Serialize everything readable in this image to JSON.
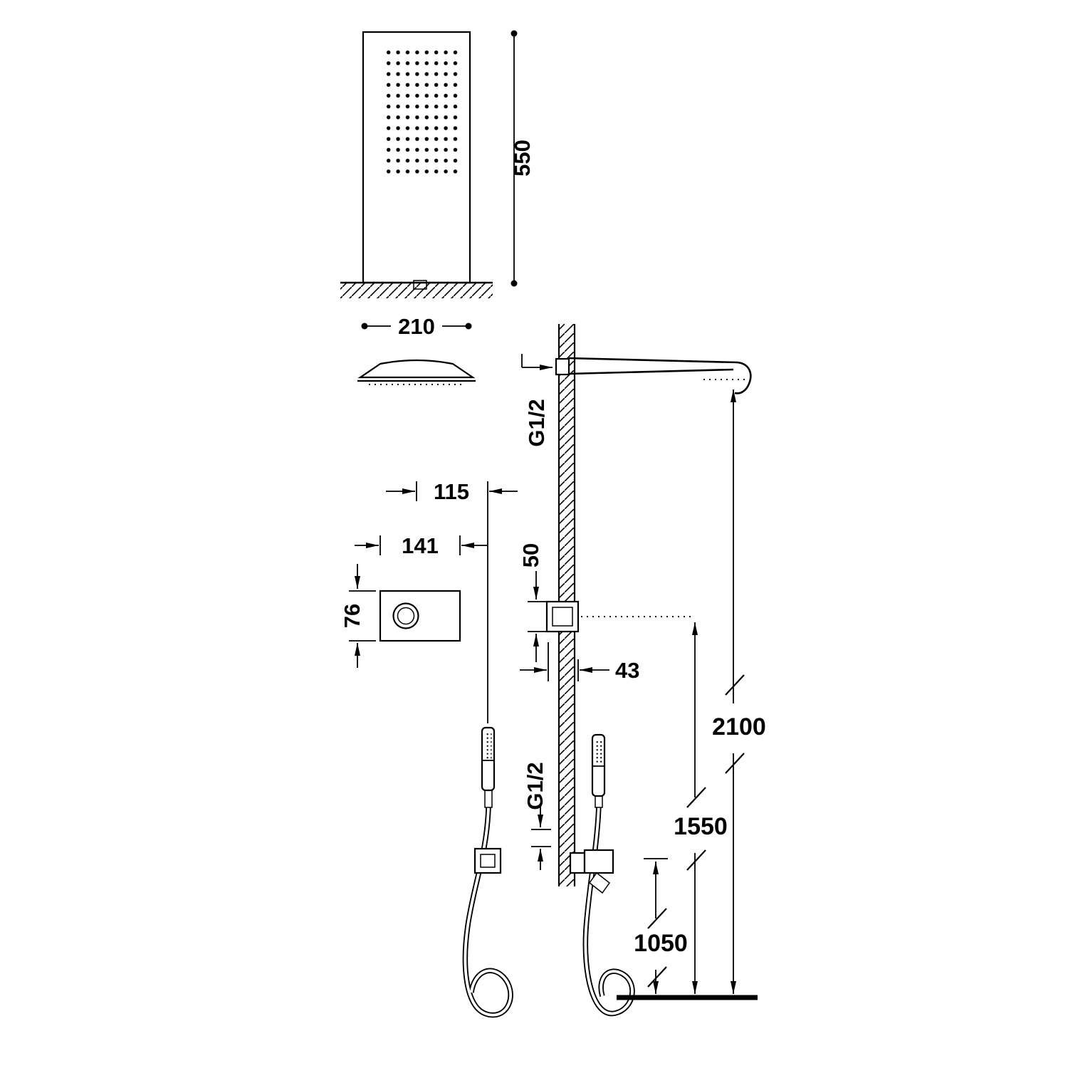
{
  "drawing": {
    "kind": "shower-system-installation-dimension-diagram",
    "labels": {
      "head_height": "550",
      "head_width": "210",
      "handshower_offset": "115",
      "control_unit_width": "141",
      "control_unit_height": "76",
      "outlet_box_height": "50",
      "outlet_box_depth": "43",
      "arm_connection_thread": "G1/2",
      "handshower_connection_thread": "G1/2",
      "arm_install_height": "2100",
      "outlet_install_height": "1550",
      "handshower_install_height": "1050"
    },
    "colors": {
      "ink": "#000000",
      "paper": "#ffffff"
    }
  }
}
